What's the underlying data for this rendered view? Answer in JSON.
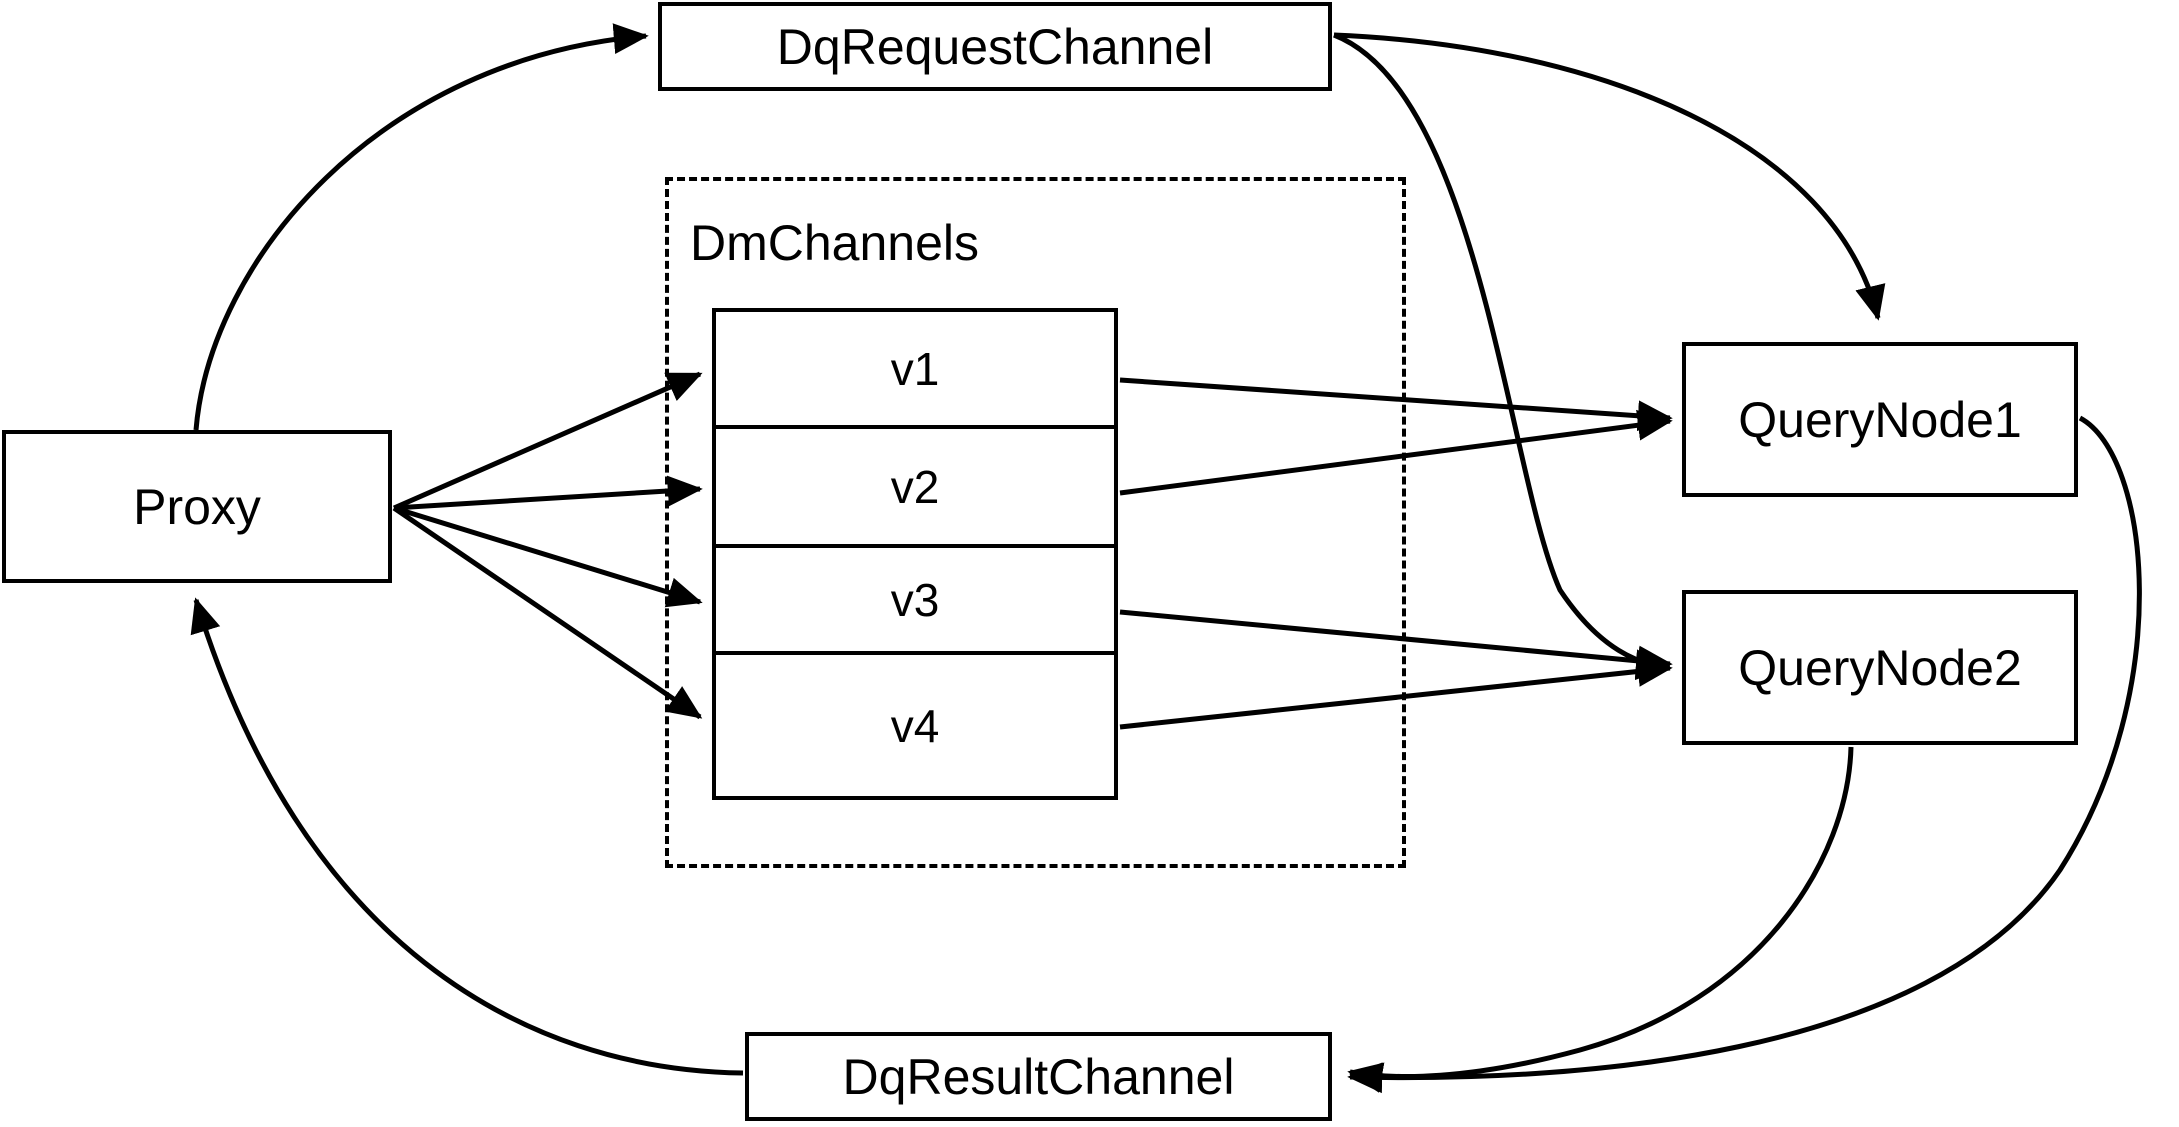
{
  "diagram": {
    "type": "architecture-flow-diagram",
    "background_color": "#ffffff",
    "stroke_color": "#000000",
    "nodes": {
      "proxy": {
        "label": "Proxy"
      },
      "dq_request_channel": {
        "label": "DqRequestChannel"
      },
      "dq_result_channel": {
        "label": "DqResultChannel"
      },
      "query_node_1": {
        "label": "QueryNode1"
      },
      "query_node_2": {
        "label": "QueryNode2"
      }
    },
    "group": {
      "label": "DmChannels",
      "style": "dashed",
      "channels": [
        {
          "label": "v1"
        },
        {
          "label": "v2"
        },
        {
          "label": "v3"
        },
        {
          "label": "v4"
        }
      ]
    },
    "edges": [
      {
        "from": "Proxy",
        "to": "DqRequestChannel",
        "style": "curved",
        "arrow": "to"
      },
      {
        "from": "Proxy",
        "to": "v1",
        "style": "straight",
        "arrow": "to"
      },
      {
        "from": "Proxy",
        "to": "v2",
        "style": "straight",
        "arrow": "to"
      },
      {
        "from": "Proxy",
        "to": "v3",
        "style": "straight",
        "arrow": "to"
      },
      {
        "from": "Proxy",
        "to": "v4",
        "style": "straight",
        "arrow": "to"
      },
      {
        "from": "DqRequestChannel",
        "to": "QueryNode1",
        "style": "curved",
        "arrow": "to"
      },
      {
        "from": "DqRequestChannel",
        "to": "QueryNode2",
        "style": "curved",
        "arrow": "to"
      },
      {
        "from": "v1",
        "to": "QueryNode1",
        "style": "straight",
        "arrow": "to"
      },
      {
        "from": "v2",
        "to": "QueryNode1",
        "style": "straight",
        "arrow": "to"
      },
      {
        "from": "v3",
        "to": "QueryNode2",
        "style": "straight",
        "arrow": "to"
      },
      {
        "from": "v4",
        "to": "QueryNode2",
        "style": "straight",
        "arrow": "to"
      },
      {
        "from": "QueryNode1",
        "to": "DqResultChannel",
        "style": "curved",
        "arrow": "to"
      },
      {
        "from": "QueryNode2",
        "to": "DqResultChannel",
        "style": "curved",
        "arrow": "to"
      },
      {
        "from": "DqResultChannel",
        "to": "Proxy",
        "style": "curved",
        "arrow": "to"
      }
    ]
  }
}
